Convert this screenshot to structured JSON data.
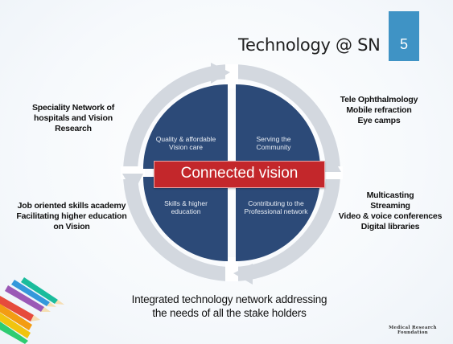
{
  "title": "Technology @ SN",
  "page_number": "5",
  "left_top": [
    "Speciality Network of",
    "hospitals and Vision",
    "Research"
  ],
  "left_bottom": [
    "Job oriented skills academy",
    "Facilitating higher education",
    "on Vision"
  ],
  "right_top": [
    "Tele Ophthalmology",
    "Mobile refraction",
    "Eye camps"
  ],
  "right_bottom": [
    "Multicasting",
    "Streaming",
    "Video & voice conferences",
    "Digital libraries"
  ],
  "quadrants": {
    "top_left": [
      "Quality & affordable",
      "Vision care"
    ],
    "top_right": [
      "Serving the",
      "Community"
    ],
    "bottom_left": [
      "Skills & higher",
      "education"
    ],
    "bottom_right": [
      "Contributing to the",
      "Professional network"
    ]
  },
  "center_banner": "Connected vision",
  "bottom_caption": [
    "Integrated technology network addressing",
    "the needs of all the stake holders"
  ],
  "logo_text": [
    "Medical Research",
    "Foundation"
  ],
  "colors": {
    "quadrant": "#2c4a78",
    "ring": "#c9ced6",
    "banner": "#c3272b",
    "badge": "#3f93c5"
  },
  "decorations": [
    "colored-pencils"
  ]
}
